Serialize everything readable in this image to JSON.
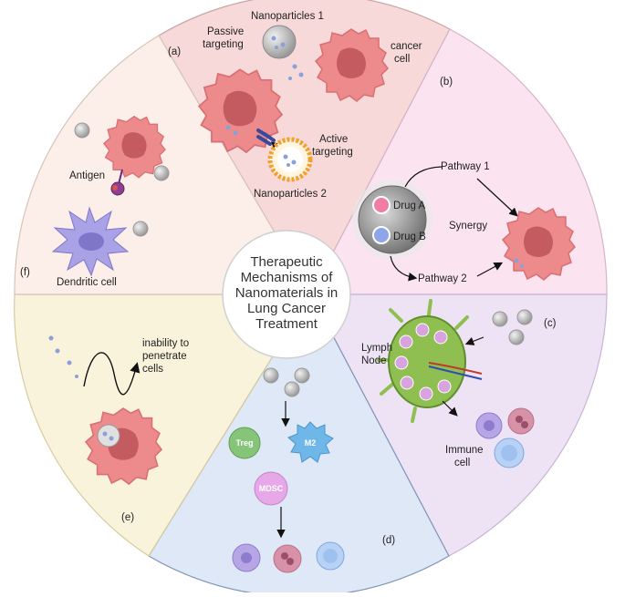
{
  "center": {
    "lines": [
      "Therapeutic",
      "Mechanisms of",
      "Nanomaterials in",
      "Lung Cancer",
      "Treatment"
    ]
  },
  "panel_a": {
    "letter": "(a)",
    "nanoparticles_1": "Nanoparticles 1",
    "passive_1": "Passive",
    "passive_2": "targeting",
    "cancer_1": "cancer",
    "cancer_2": "cell",
    "active_1": "Active",
    "active_2": "targeting",
    "nanoparticles_2": "Nanoparticles 2"
  },
  "panel_b": {
    "letter": "(b)",
    "pathway_1": "Pathway 1",
    "pathway_2": "Pathway 2",
    "drug_a": "Drug A",
    "drug_b": "Drug B",
    "synergy": "Synergy"
  },
  "panel_c": {
    "letter": "(c)",
    "lymph_1": "Lymph",
    "lymph_2": "Node",
    "immune_1": "Immune",
    "immune_2": "cell"
  },
  "panel_d": {
    "letter": "(d)",
    "treg": "Treg",
    "m2": "M2",
    "mdsc": "MDSC"
  },
  "panel_e": {
    "letter": "(e)",
    "inability_1": "inability to",
    "inability_2": "penetrate",
    "inability_3": "cells"
  },
  "panel_f": {
    "letter": "(f)",
    "antigen": "Antigen",
    "dendritic": "Dendritic cell"
  },
  "colors": {
    "panel_a": "#f7d9d9",
    "panel_b": "#fbe4f0",
    "panel_c": "#eee3f5",
    "panel_d": "#dfe8f6",
    "panel_e": "#f9f3dc",
    "panel_f": "#fcefe9",
    "cancer": "#ec8a8c",
    "nucleus": "#c45b61"
  }
}
